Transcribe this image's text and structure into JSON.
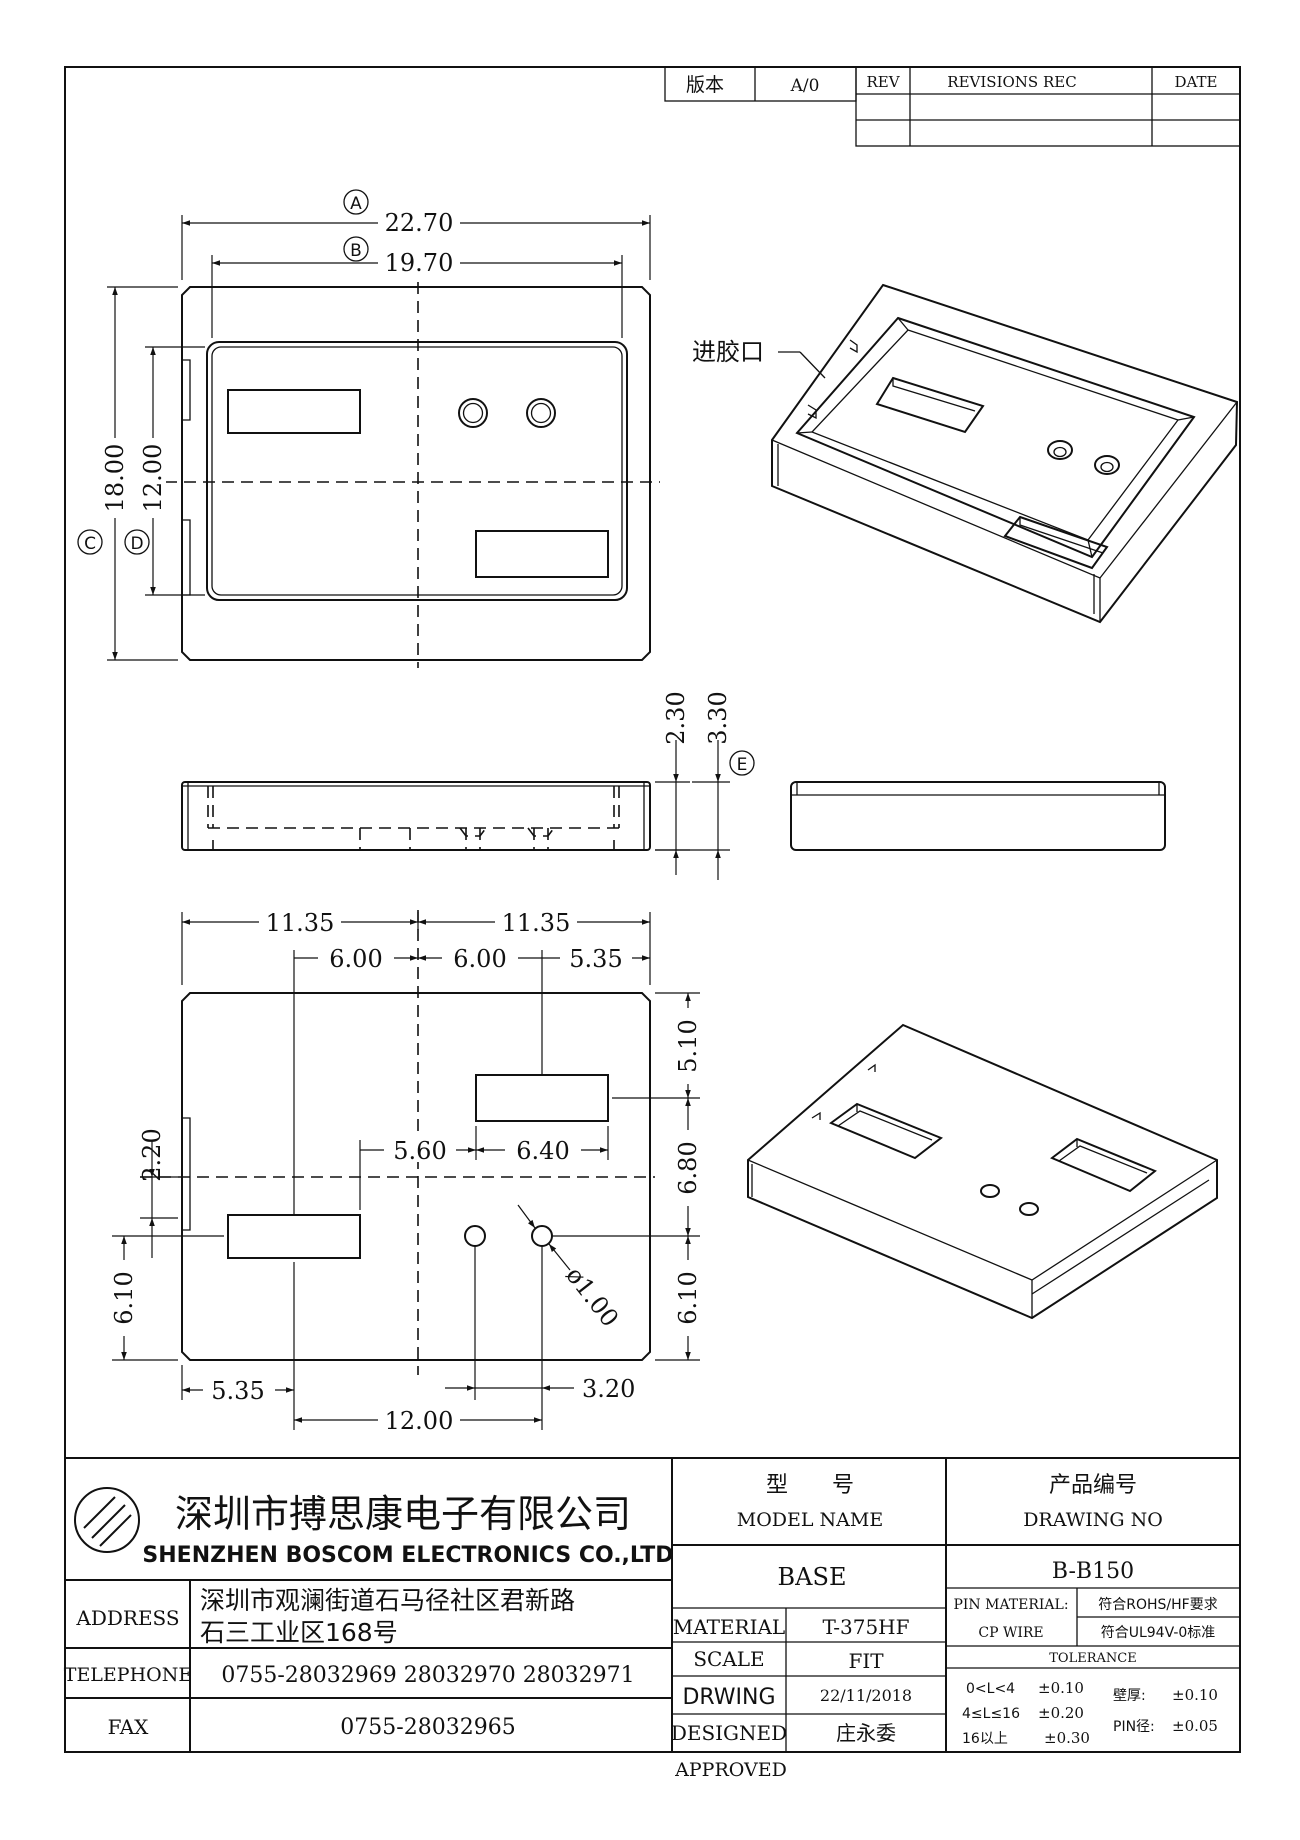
{
  "revision_table": {
    "version_label": "版本",
    "version_value": "A/0",
    "rev_header": "REV",
    "revisions_header": "REVISIONS REC",
    "date_header": "DATE"
  },
  "top_view": {
    "dim_a": "22.70",
    "dim_b": "19.70",
    "dim_c": "18.00",
    "dim_d": "12.00",
    "mark_a": "A",
    "mark_b": "B",
    "mark_c": "C",
    "mark_d": "D"
  },
  "iso_view": {
    "gate_label": "进胶口"
  },
  "side_view": {
    "dim_h1": "2.30",
    "dim_h2": "3.30",
    "mark_e": "E"
  },
  "bottom_view": {
    "dim_left_half": "11.35",
    "dim_right_half": "11.35",
    "dim_6_left": "6.00",
    "dim_6_right": "6.00",
    "dim_535_top": "5.35",
    "dim_510": "5.10",
    "dim_220": "2.20",
    "dim_560": "5.60",
    "dim_640": "6.40",
    "dim_680": "6.80",
    "dim_610_left": "6.10",
    "dim_610_right": "6.10",
    "dim_dia": "ø1.00",
    "dim_535_bottom": "5.35",
    "dim_320": "3.20",
    "dim_1200": "12.00"
  },
  "title_block": {
    "company_cn": "深圳市搏思康电子有限公司",
    "company_en": "SHENZHEN BOSCOM ELECTRONICS CO.,LTD",
    "address_label": "ADDRESS",
    "address_line1": "深圳市观澜街道石马径社区君新路",
    "address_line2": "石三工业区168号",
    "telephone_label": "TELEPHONE",
    "telephone_value": "0755-28032969 28032970 28032971",
    "fax_label": "FAX",
    "fax_value": "0755-28032965",
    "model_cn": "型　　号",
    "model_en": "MODEL NAME",
    "model_value": "BASE",
    "drawing_cn": "产品编号",
    "drawing_en": "DRAWING NO",
    "drawing_value": "B-B150",
    "material_label": "MATERIAL",
    "material_value": "T-375HF",
    "scale_label": "SCALE",
    "scale_value": "FIT",
    "drwing_label": "DRWING",
    "drwing_value": "22/11/2018",
    "designed_label": "DESIGNED",
    "designed_value": "庄永委",
    "approved_label": "APPROVED",
    "pin_material_label": "PIN MATERIAL:",
    "cp_wire_label": "CP WIRE",
    "rohs_value": "符合ROHS/HF要求",
    "ul_value": "符合UL94V-0标准",
    "tolerance_label": "TOLERANCE",
    "tol1_range": "0<L<4",
    "tol1_value": "±0.10",
    "tol2_range": "4≤L≤16",
    "tol2_value": "±0.20",
    "tol3_range": "16以上",
    "tol3_value": "±0.30",
    "wall_label": "壁厚:",
    "wall_value": "±0.10",
    "pin_dia_label": "PIN径:",
    "pin_dia_value": "±0.05"
  }
}
